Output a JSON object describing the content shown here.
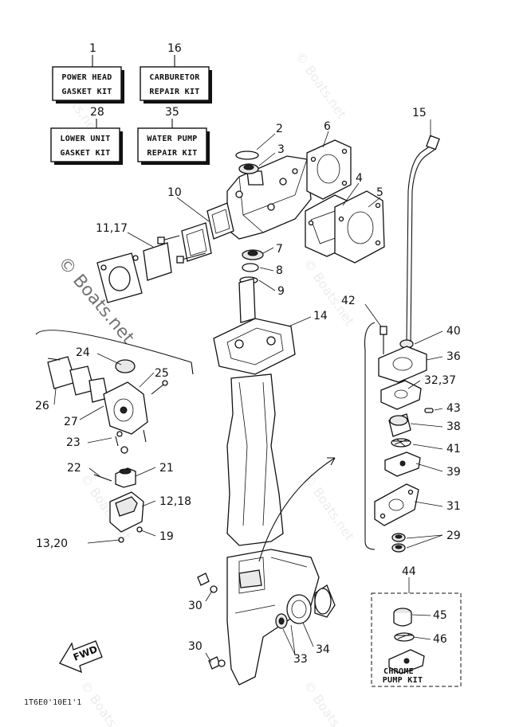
{
  "kits": [
    {
      "number": "1",
      "line1": "POWER HEAD",
      "line2": "GASKET KIT"
    },
    {
      "number": "16",
      "line1": "CARBURETOR",
      "line2": "REPAIR KIT"
    },
    {
      "number": "28",
      "line1": "LOWER UNIT",
      "line2": "GASKET KIT"
    },
    {
      "number": "35",
      "line1": "WATER PUMP",
      "line2": "REPAIR KIT"
    }
  ],
  "callouts": {
    "p2": "2",
    "p3": "3",
    "p4": "4",
    "p5": "5",
    "p6": "6",
    "p7": "7",
    "p8": "8",
    "p9": "9",
    "p10": "10",
    "p11_17": "11,17",
    "p12_18": "12,18",
    "p13_20": "13,20",
    "p14": "14",
    "p15": "15",
    "p19": "19",
    "p21": "21",
    "p22": "22",
    "p23": "23",
    "p24": "24",
    "p25": "25",
    "p26": "26",
    "p27": "27",
    "p29": "29",
    "p30a": "30",
    "p30b": "30",
    "p31": "31",
    "p32_37": "32,37",
    "p33": "33",
    "p34": "34",
    "p36": "36",
    "p38": "38",
    "p39": "39",
    "p40": "40",
    "p41": "41",
    "p42": "42",
    "p43": "43",
    "p44": "44",
    "p45": "45",
    "p46": "46"
  },
  "chrome_kit": {
    "line1": "CHROME",
    "line2": "PUMP KIT"
  },
  "fwd_label": "FWD",
  "diagram_code": "1T6E0'10E1'1",
  "watermark": "© Boats.net"
}
